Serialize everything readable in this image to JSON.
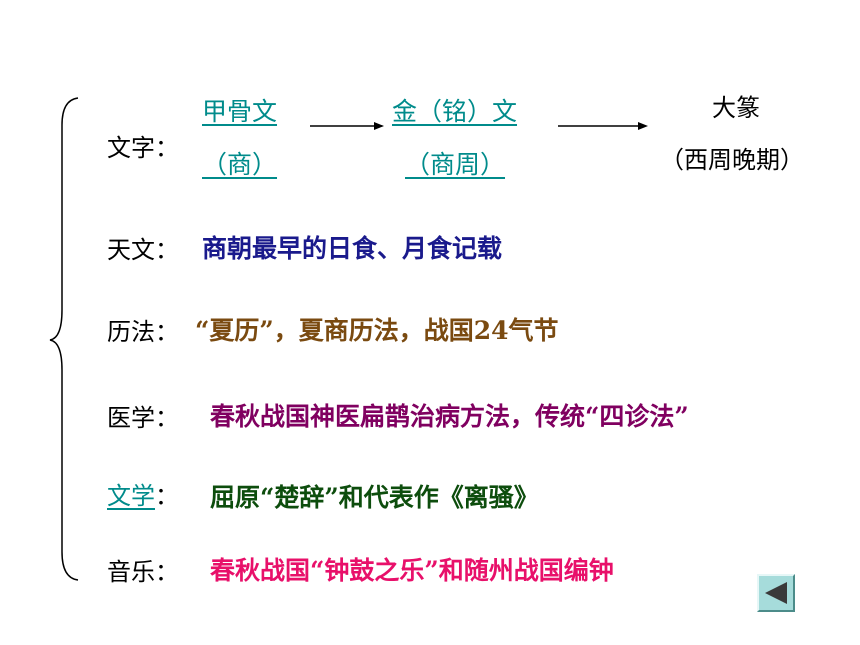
{
  "writing": {
    "label": "文字：",
    "oracle_bone": "甲骨文",
    "oracle_bone_era": "（商）",
    "bronze": "金（铭）文",
    "bronze_era": "（商周）",
    "great_seal": "大篆",
    "great_seal_era": "（西周晚期）"
  },
  "rows": [
    {
      "label": "天文：",
      "content": "商朝最早的日食、月食记载",
      "color": "#1a1a8c"
    },
    {
      "label": "历法：",
      "content": "“夏历”，夏商历法，战国24气节",
      "color": "#7a4a10"
    },
    {
      "label": "医学：",
      "content": "春秋战国神医扁鹊治病方法，传统“四诊法”",
      "color": "#800060"
    },
    {
      "label": "文学",
      "label_suffix": "：",
      "content": "屈原“楚辞”和代表作《离骚》",
      "color": "#0d4d0d"
    },
    {
      "label": "音乐：",
      "content": "春秋战国“钟鼓之乐”和随州战国编钟",
      "color": "#e8106a"
    }
  ],
  "colors": {
    "link": "#008b8b",
    "nav_button": "#a6dcdb",
    "nav_arrow": "#3a3a3a"
  },
  "icons": {
    "brace": "left-curly-brace",
    "arrow": "right-arrow",
    "nav": "triangle-left-icon"
  }
}
